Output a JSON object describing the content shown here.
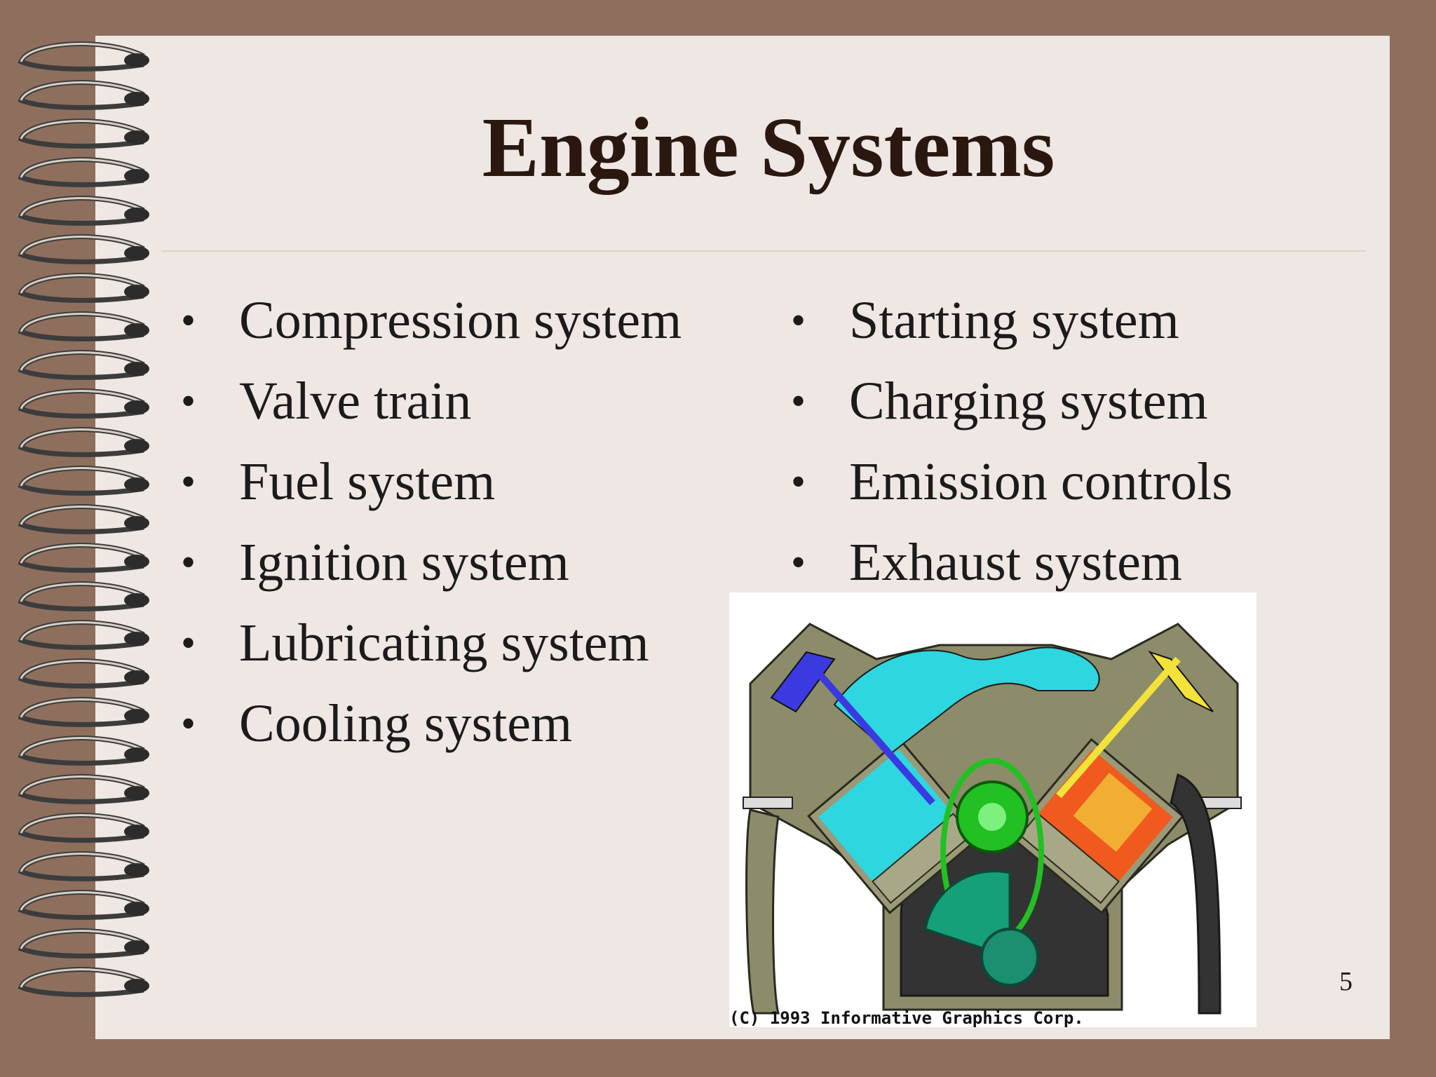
{
  "slide": {
    "title": "Engine Systems",
    "left_items": [
      "Compression system",
      "Valve train",
      "Fuel system",
      "Ignition system",
      "Lubricating system",
      "Cooling system"
    ],
    "right_items": [
      "Starting system",
      "Charging system",
      "Emission controls",
      "Exhaust system"
    ],
    "page_number": "5",
    "image_credit": "(C) 1993 Informative Graphics Corp."
  },
  "colors": {
    "background": "#8e6f5d",
    "paper": "#efe7e4",
    "title": "#2a1810",
    "intake_charge": "#2ed6e0",
    "exhaust_charge": "#f05a1e"
  }
}
